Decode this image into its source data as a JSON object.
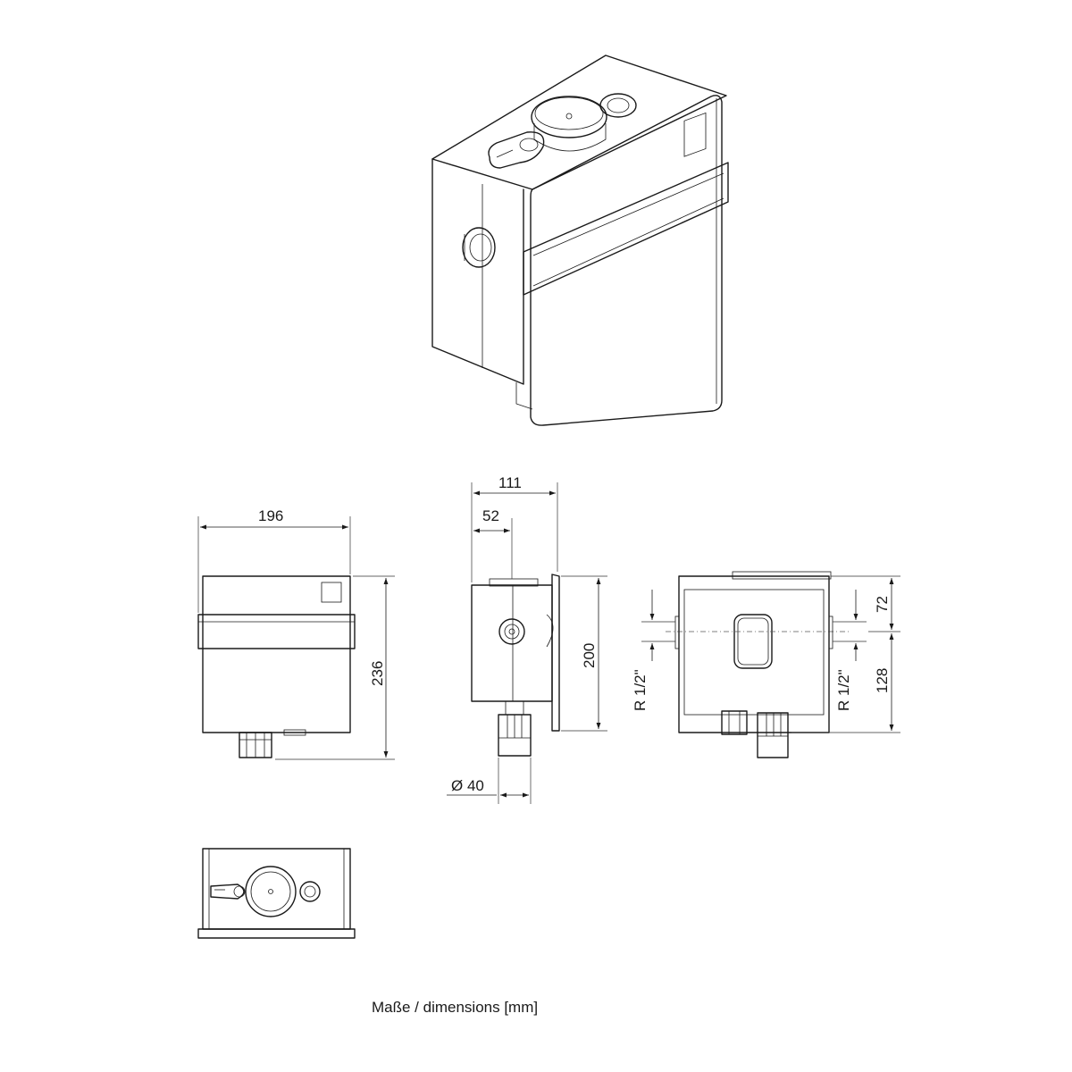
{
  "views": {
    "front": {
      "width_label": "196",
      "height_label": "236"
    },
    "side": {
      "depth_label": "111",
      "offset_label": "52",
      "height_label": "200",
      "diameter_label": "Ø 40"
    },
    "rear": {
      "thread_left_label": "R 1/2\"",
      "thread_right_label": "R 1/2\"",
      "upper_label": "72",
      "lower_label": "128"
    }
  },
  "caption": "Maße / dimensions [mm]"
}
